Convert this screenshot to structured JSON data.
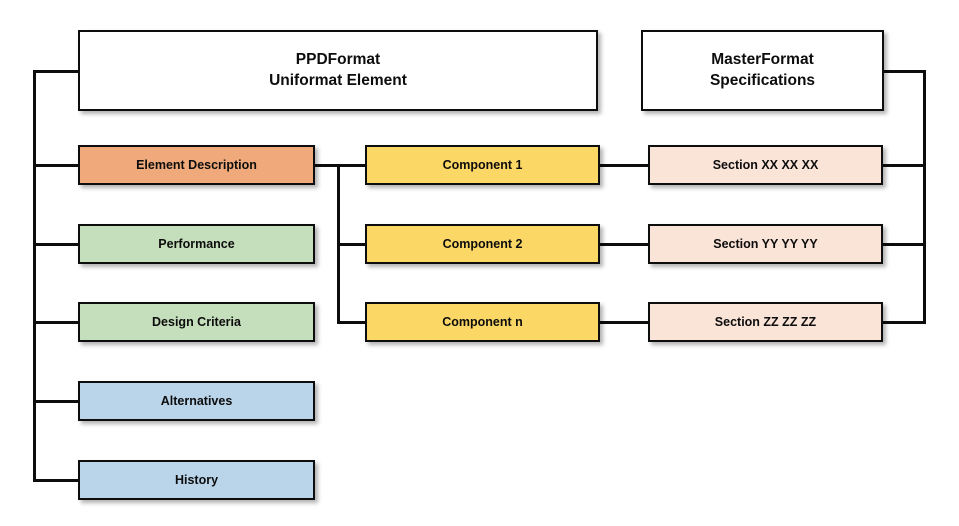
{
  "diagram": {
    "title": "PPDFormat Uniformat Element to MasterFormat Specifications relationship",
    "colors": {
      "orange": "#efa97a",
      "green": "#c5debb",
      "blue": "#bad4ea",
      "gold": "#fbd765",
      "peach": "#fae3d7",
      "white": "#ffffff",
      "line": "#0d0d0d",
      "text": "#0d0d0d"
    },
    "headers": [
      {
        "id": "ppdformat",
        "line1": "PPDFormat",
        "line2": "Uniformat Element"
      },
      {
        "id": "masterformat",
        "line1": "MasterFormat",
        "line2": "Specifications"
      }
    ],
    "ppdformat_children": [
      {
        "id": "element-description",
        "label": "Element Description",
        "color": "orange"
      },
      {
        "id": "performance",
        "label": "Performance",
        "color": "green"
      },
      {
        "id": "design-criteria",
        "label": "Design Criteria",
        "color": "green"
      },
      {
        "id": "alternatives",
        "label": "Alternatives",
        "color": "blue"
      },
      {
        "id": "history",
        "label": "History",
        "color": "blue"
      }
    ],
    "components": [
      {
        "id": "component-1",
        "label": "Component 1",
        "color": "gold"
      },
      {
        "id": "component-2",
        "label": "Component 2",
        "color": "gold"
      },
      {
        "id": "component-n",
        "label": "Component n",
        "color": "gold"
      }
    ],
    "sections": [
      {
        "id": "section-xx",
        "label": "Section XX XX XX",
        "color": "peach"
      },
      {
        "id": "section-yy",
        "label": "Section YY YY YY",
        "color": "peach"
      },
      {
        "id": "section-zz",
        "label": "Section ZZ ZZ ZZ",
        "color": "peach"
      }
    ]
  }
}
